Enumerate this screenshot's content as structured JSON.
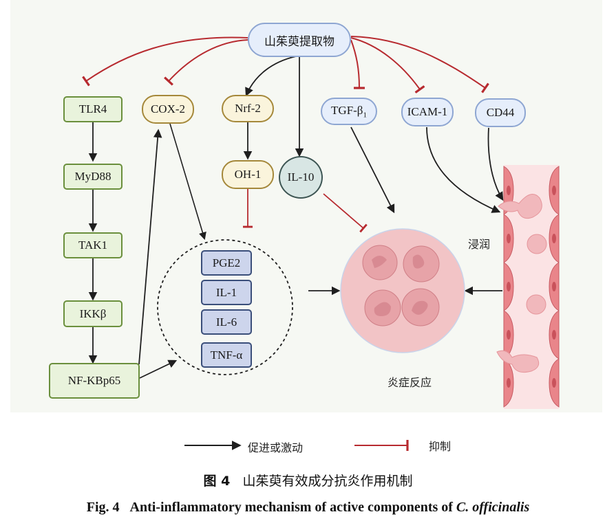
{
  "root": {
    "label": "山茱萸提取物"
  },
  "left_pathway": {
    "nodes": [
      "TLR4",
      "MyD88",
      "TAK1",
      "IKKβ",
      "NF-KBp65"
    ]
  },
  "targets": {
    "cox2": "COX-2",
    "nrf2": "Nrf-2",
    "oh1": "OH-1",
    "il10": "IL-10",
    "tgf_main": "TGF-β",
    "tgf_sub": "1",
    "icam1": "ICAM-1",
    "cd44": "CD44"
  },
  "cytokines": [
    "PGE2",
    "IL-1",
    "IL-6",
    "TNF-α"
  ],
  "labels": {
    "infiltration": "浸润",
    "inflammation": "炎症反应"
  },
  "legend": {
    "promote": "促进或激动",
    "inhibit": "抑制"
  },
  "caption": {
    "cn_number": "图 4",
    "cn_title": "山茱萸有效成分抗炎作用机制",
    "en_number": "Fig. 4",
    "en_title": "Anti-inflammatory mechanism of active components of ",
    "en_species": "C. officinalis"
  },
  "colors": {
    "promote": "#1f1f1f",
    "inhibit": "#b72a2f",
    "panel_bg": "#f6f8f3",
    "inflammation_fill": "#f2c4c6",
    "vessel_cell": "#e9858a"
  }
}
